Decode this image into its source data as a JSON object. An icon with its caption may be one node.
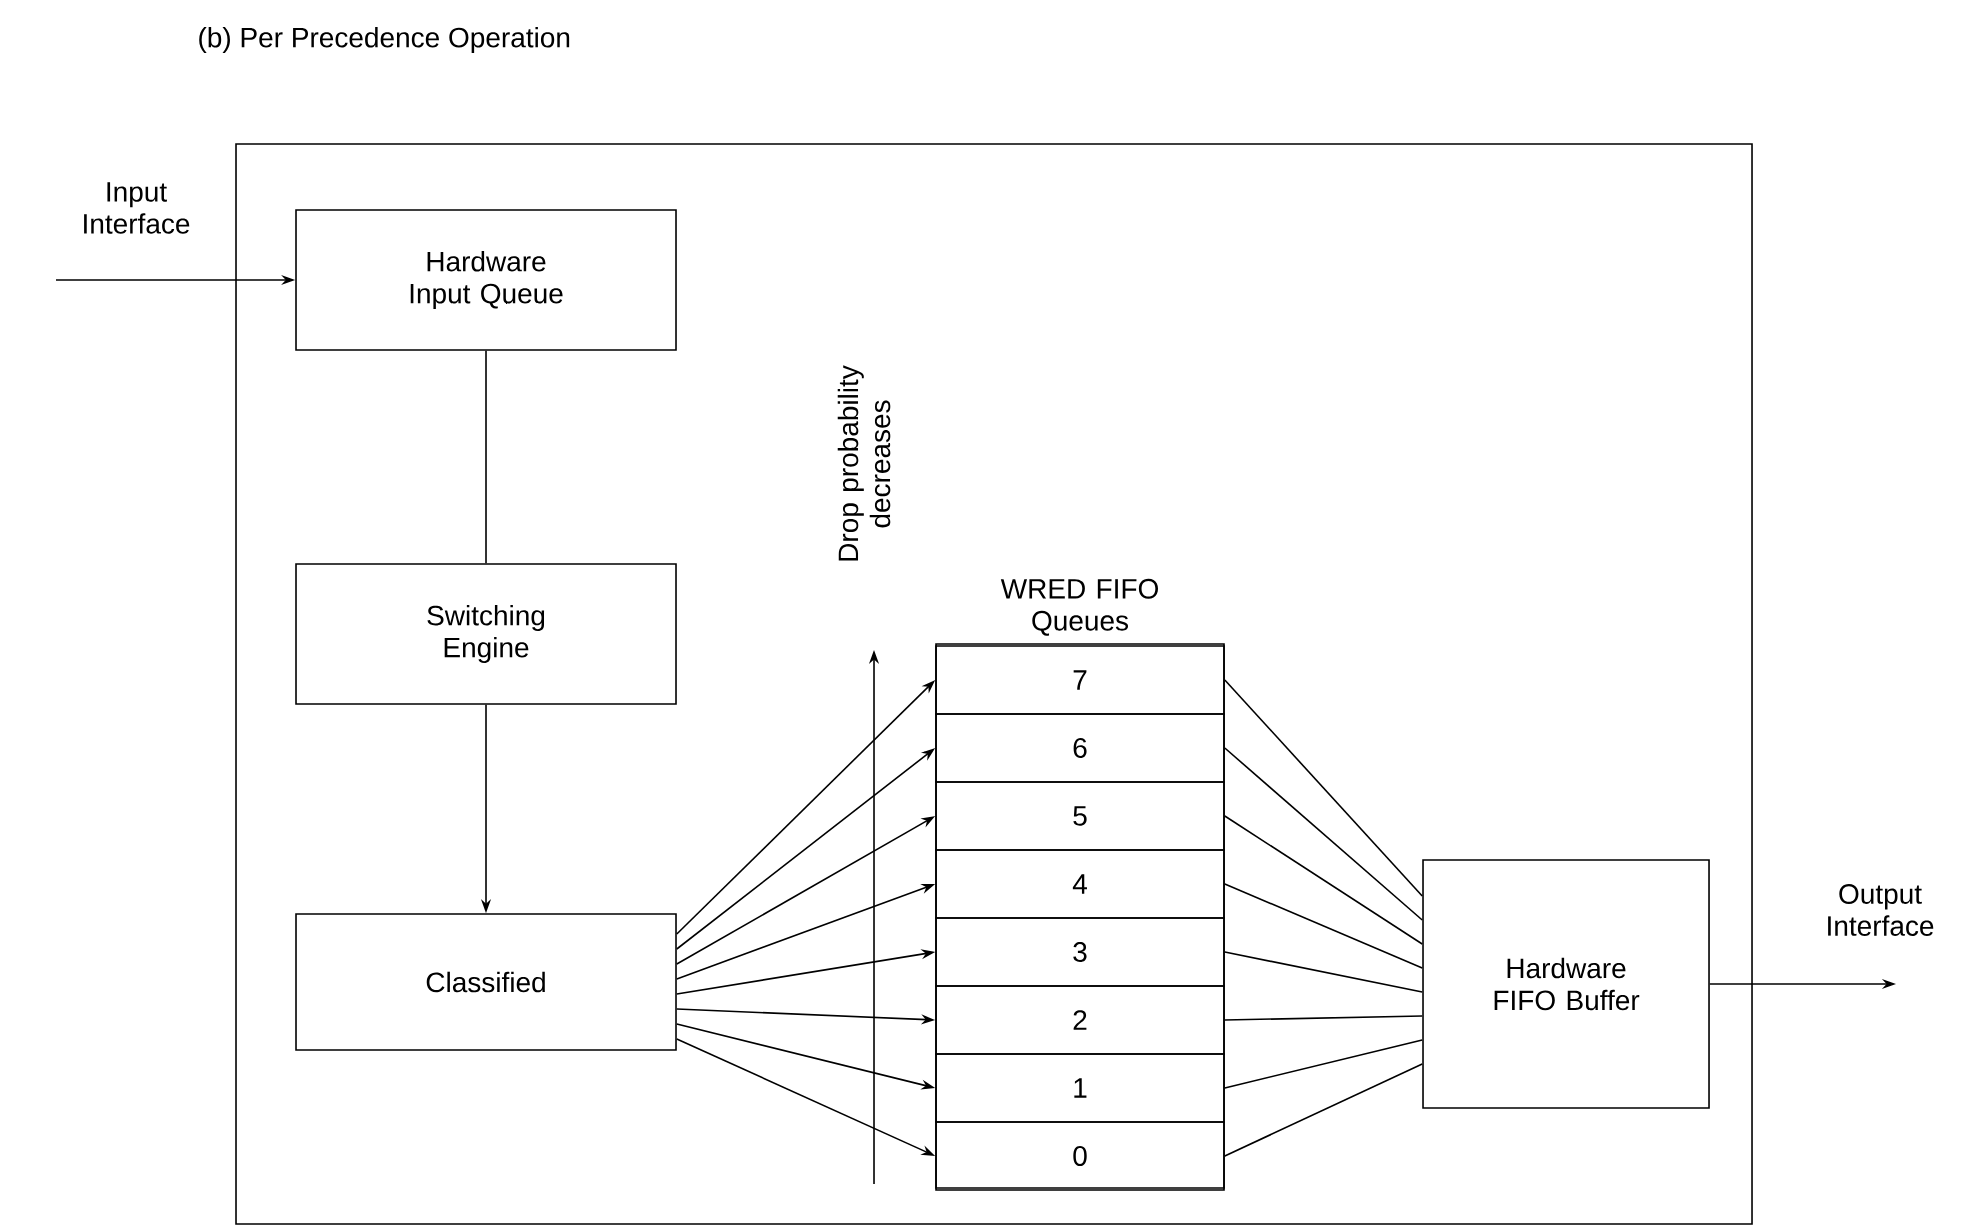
{
  "diagram": {
    "title": "(b) Per Precedence Operation",
    "nodes": [
      {
        "text": [],
        "shape": "box"
      },
      {
        "text": [
          "Input Interface"
        ]
      },
      {
        "text": [
          "Hardware Input Queue"
        ],
        "in": 0
      },
      {
        "text": [
          "Switching Engine"
        ],
        "in": 0
      },
      {
        "text": [
          "Classified"
        ],
        "in": 0
      },
      {
        "text": [
          "WRED FIFO Queues"
        ],
        "in": 0
      },
      {
        "text": [
          "7"
        ],
        "in": 5
      },
      {
        "text": [
          "6"
        ],
        "in": 5
      },
      {
        "text": [
          "5"
        ],
        "in": 5
      },
      {
        "text": [
          "4"
        ],
        "in": 5
      },
      {
        "text": [
          "3"
        ],
        "in": 5
      },
      {
        "text": [
          "2"
        ],
        "in": 5
      },
      {
        "text": [
          "1"
        ],
        "in": 5
      },
      {
        "text": [
          "0"
        ],
        "in": 5
      },
      {
        "text": [
          "Hardware FIFO Buffer"
        ],
        "in": 0
      },
      {
        "text": [
          "Output Interface"
        ]
      }
    ],
    "edges": [
      {
        "from": 1,
        "to": 2,
        "arrow": "to"
      },
      {
        "from": 2,
        "to": 3,
        "arrow": "none"
      },
      {
        "from": 3,
        "to": 4,
        "arrow": "to"
      },
      {
        "from": 4,
        "to": 6,
        "arrow": "to"
      },
      {
        "from": 4,
        "to": 7,
        "arrow": "to"
      },
      {
        "from": 4,
        "to": 8,
        "arrow": "to"
      },
      {
        "from": 4,
        "to": 9,
        "arrow": "to"
      },
      {
        "from": 4,
        "to": 10,
        "arrow": "to"
      },
      {
        "from": 4,
        "to": 11,
        "arrow": "to"
      },
      {
        "from": 4,
        "to": 12,
        "arrow": "to"
      },
      {
        "from": 4,
        "to": 13,
        "arrow": "to"
      },
      {
        "from": 6,
        "to": 14,
        "arrow": "none"
      },
      {
        "from": 7,
        "to": 14,
        "arrow": "none"
      },
      {
        "from": 8,
        "to": 14,
        "arrow": "none"
      },
      {
        "from": 9,
        "to": 14,
        "arrow": "none"
      },
      {
        "from": 10,
        "to": 14,
        "arrow": "none"
      },
      {
        "from": 11,
        "to": 14,
        "arrow": "none"
      },
      {
        "from": 12,
        "to": 14,
        "arrow": "none"
      },
      {
        "from": 13,
        "to": 14,
        "arrow": "none"
      },
      {
        "from": 14,
        "to": 15,
        "arrow": "to"
      }
    ],
    "labels": [
      "Drop probability decreases"
    ]
  }
}
